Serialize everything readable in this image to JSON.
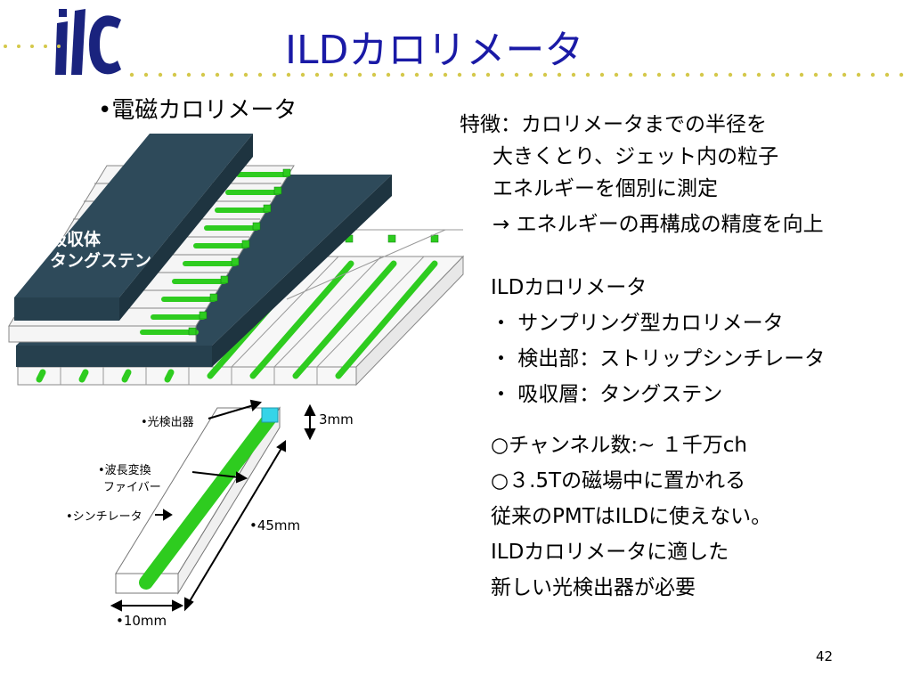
{
  "logo": {
    "text": "ilc",
    "color": "#1a237e"
  },
  "title": "ILDカロリメータ",
  "subtitle": "•電磁カロリメータ",
  "features": {
    "line1": "特徴：カロリメータまでの半径を",
    "line2": "大きくとり、ジェット内の粒子",
    "line3": "エネルギーを個別に測定",
    "line4": "→ エネルギーの再構成の精度を向上"
  },
  "ild": {
    "heading": "ILDカロリメータ",
    "items": [
      "・ サンプリング型カロリメータ",
      "・ 検出部：ストリップシンチレータ",
      "・ 吸収層：タングステン"
    ]
  },
  "notes": [
    "○チャンネル数:~ １千万ch",
    "○３.5Tの磁場中に置かれる",
    "従来のPMTはILDに使えない。",
    "ILDカロリメータに適した",
    "新しい光検出器が必要"
  ],
  "diagram": {
    "absorber_label_line1": "吸収体",
    "absorber_label_line2": "タングステン",
    "photodetector_label": "•光検出器",
    "wls_label_line1": "•波長変換",
    "wls_label_line2": "ファイバー",
    "scintillator_label": "•シンチレータ",
    "dim_thickness": "3mm",
    "dim_length": "•45mm",
    "dim_width": "•10mm"
  },
  "colors": {
    "title": "#1a1aa6",
    "absorber_plate": "#2e4a5a",
    "fiber_green": "#2ecc1f",
    "photodetector": "#35d4e8",
    "dots": "#d4c84a"
  },
  "page_number": "42"
}
